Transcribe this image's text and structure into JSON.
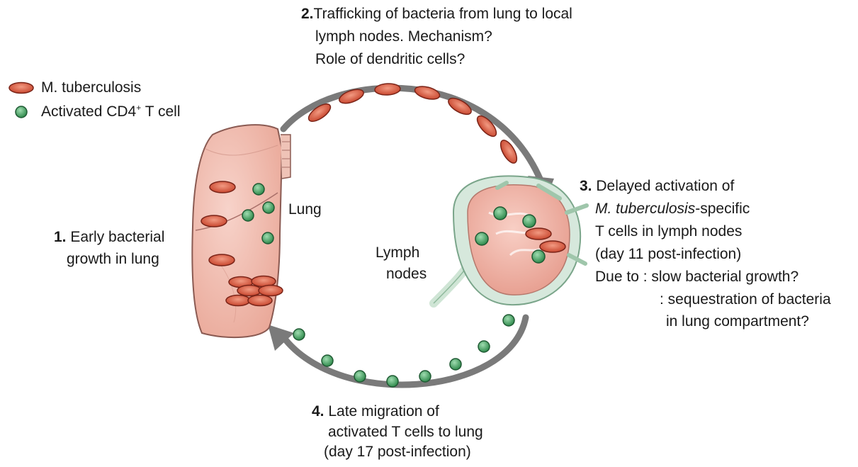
{
  "legend": {
    "bacterium_label": "M. tuberculosis",
    "tcell_label_pre": "Activated CD4",
    "tcell_label_sup": "+",
    "tcell_label_post": " T cell"
  },
  "step2": {
    "number": "2.",
    "line1": "Trafficking of bacteria from lung to local",
    "line2": "lymph nodes. Mechanism?",
    "line3": "Role of dendritic cells?"
  },
  "step1": {
    "number": "1.",
    "line1": " Early bacterial",
    "line2": "growth in lung"
  },
  "step3": {
    "number": "3.",
    "line1": " Delayed activation of",
    "line2_italic": "M. tuberculosis",
    "line2_rest": "-specific",
    "line3": "T cells in lymph nodes",
    "line4": "(day 11 post-infection)",
    "line5": "Due to : slow bacterial growth?",
    "line6": ": sequestration of bacteria",
    "line7": "in lung compartment?"
  },
  "step4": {
    "number": "4.",
    "line1": " Late migration of",
    "line2": "activated T cells to lung",
    "line3": "(day 17 post-infection)"
  },
  "labels": {
    "lung": "Lung",
    "lymph1": "Lymph",
    "lymph2": "nodes"
  },
  "colors": {
    "lung_fill": "#f2bcb0",
    "lung_stroke": "#8a5a52",
    "bacterium_fill": "#d9583e",
    "bacterium_stroke": "#7a2418",
    "tcell_fill": "#4fae6a",
    "tcell_stroke": "#1f5a33",
    "node_fill": "#f0b6a8",
    "node_capsule": "#d6e8dc",
    "arrow": "#777777"
  }
}
